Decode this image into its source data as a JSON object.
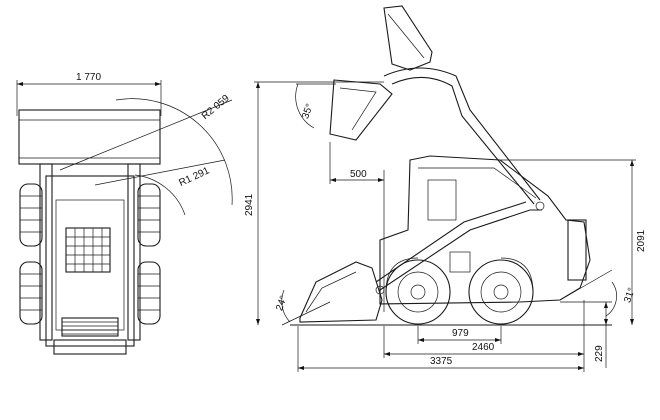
{
  "dimensions": {
    "width_top": "1 770",
    "radius_outer": "R2 059",
    "radius_inner": "R1 291",
    "height_total": "2941",
    "height_machine": "2091",
    "dump_reach": "500",
    "wheel_track": "979",
    "wheelbase": "2460",
    "length_total": "3375",
    "ground_clearance": "229",
    "angle_dump": "35°",
    "angle_rollback": "24°",
    "angle_departure": "31°"
  }
}
